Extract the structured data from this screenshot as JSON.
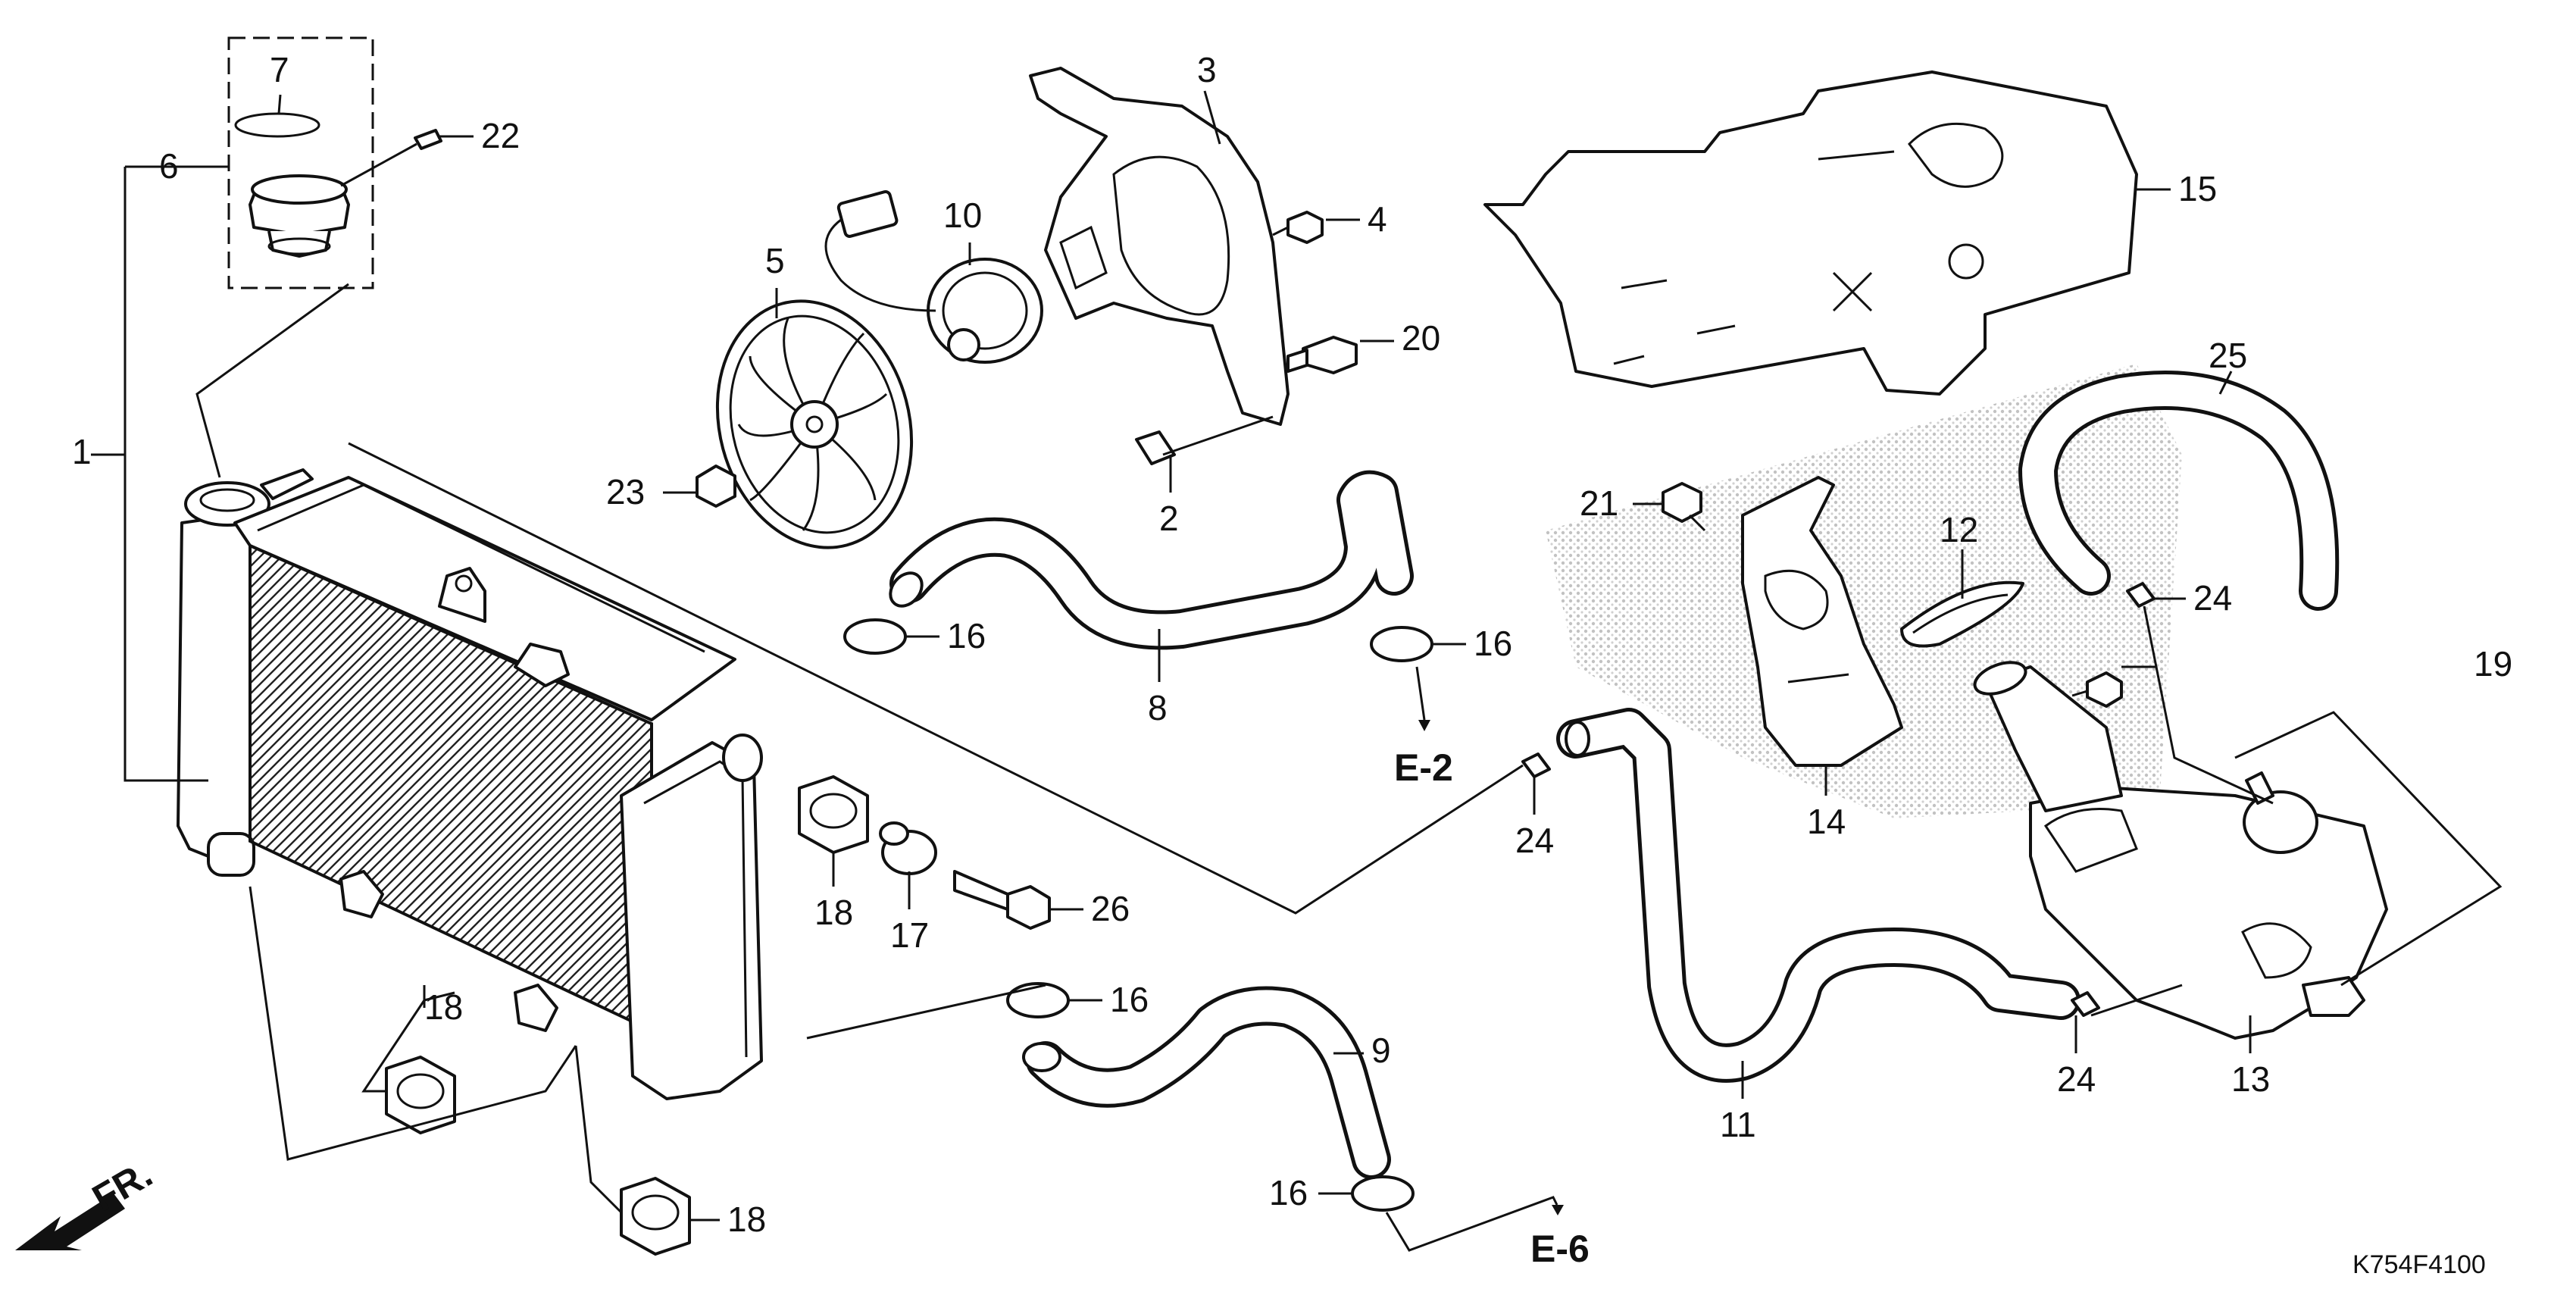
{
  "diagram": {
    "code": "K754F4100",
    "front_indicator": "FR.",
    "references": [
      "E-2",
      "E-6"
    ],
    "callouts": [
      {
        "label": "1"
      },
      {
        "label": "2"
      },
      {
        "label": "3"
      },
      {
        "label": "4"
      },
      {
        "label": "5"
      },
      {
        "label": "6"
      },
      {
        "label": "7"
      },
      {
        "label": "8"
      },
      {
        "label": "9"
      },
      {
        "label": "10"
      },
      {
        "label": "11"
      },
      {
        "label": "12"
      },
      {
        "label": "13"
      },
      {
        "label": "14"
      },
      {
        "label": "15"
      },
      {
        "label": "16"
      },
      {
        "label": "16"
      },
      {
        "label": "16"
      },
      {
        "label": "16"
      },
      {
        "label": "17"
      },
      {
        "label": "18"
      },
      {
        "label": "18"
      },
      {
        "label": "18"
      },
      {
        "label": "19"
      },
      {
        "label": "20"
      },
      {
        "label": "21"
      },
      {
        "label": "22"
      },
      {
        "label": "23"
      },
      {
        "label": "24"
      },
      {
        "label": "24"
      },
      {
        "label": "24"
      },
      {
        "label": "25"
      },
      {
        "label": "26"
      }
    ]
  }
}
